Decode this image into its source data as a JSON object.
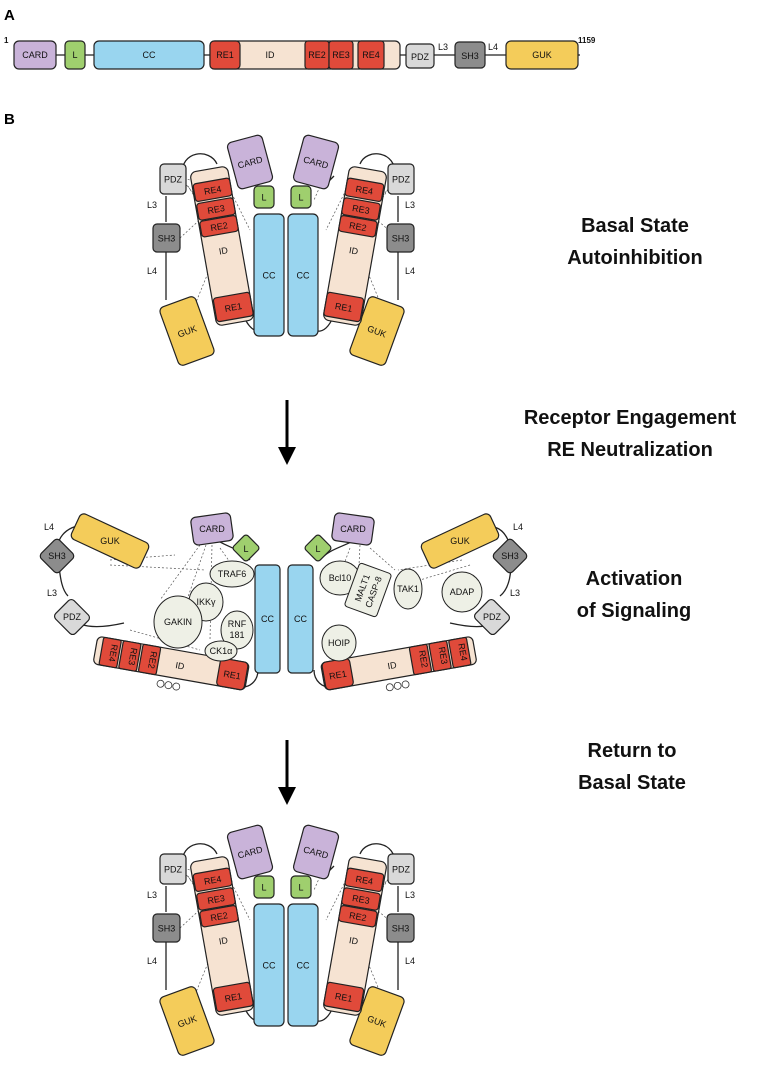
{
  "panels": {
    "a": "A",
    "b": "B"
  },
  "colors": {
    "CARD": "#c9b3d9",
    "L": "#9fcf6e",
    "CC": "#99d5ef",
    "RE": "#e04a3a",
    "ID": "#f6e3d2",
    "PDZ": "#d9d9d9",
    "SH3": "#8c8c8c",
    "GUK": "#f4cc5a",
    "partner": "#eef0e6"
  },
  "domains": {
    "card": "CARD",
    "l": "L",
    "cc": "CC",
    "re1": "RE1",
    "id": "ID",
    "re2": "RE2",
    "re3": "RE3",
    "re4": "RE4",
    "pdz": "PDZ",
    "l3": "L3",
    "sh3": "SH3",
    "l4": "L4",
    "guk": "GUK"
  },
  "linear": {
    "start": "1",
    "end": "1159"
  },
  "partners": {
    "traf6": "TRAF6",
    "ikkg": "IKKγ",
    "gakin": "GAKIN",
    "rnf181": [
      "RNF",
      "181"
    ],
    "ck1a": "CK1α",
    "bcl10": "Bcl10",
    "malt1": "MALT1",
    "casp8": "CASP-8",
    "tak1": "TAK1",
    "hoip": "HOIP",
    "adap": "ADAP"
  },
  "phospho": "PPP",
  "stages": {
    "basal": [
      "Basal State",
      "Autoinhibition"
    ],
    "receptor": [
      "Receptor Engagement",
      "RE Neutralization"
    ],
    "activation": [
      "Activation",
      "of Signaling"
    ],
    "return": [
      "Return to",
      "Basal State"
    ]
  }
}
